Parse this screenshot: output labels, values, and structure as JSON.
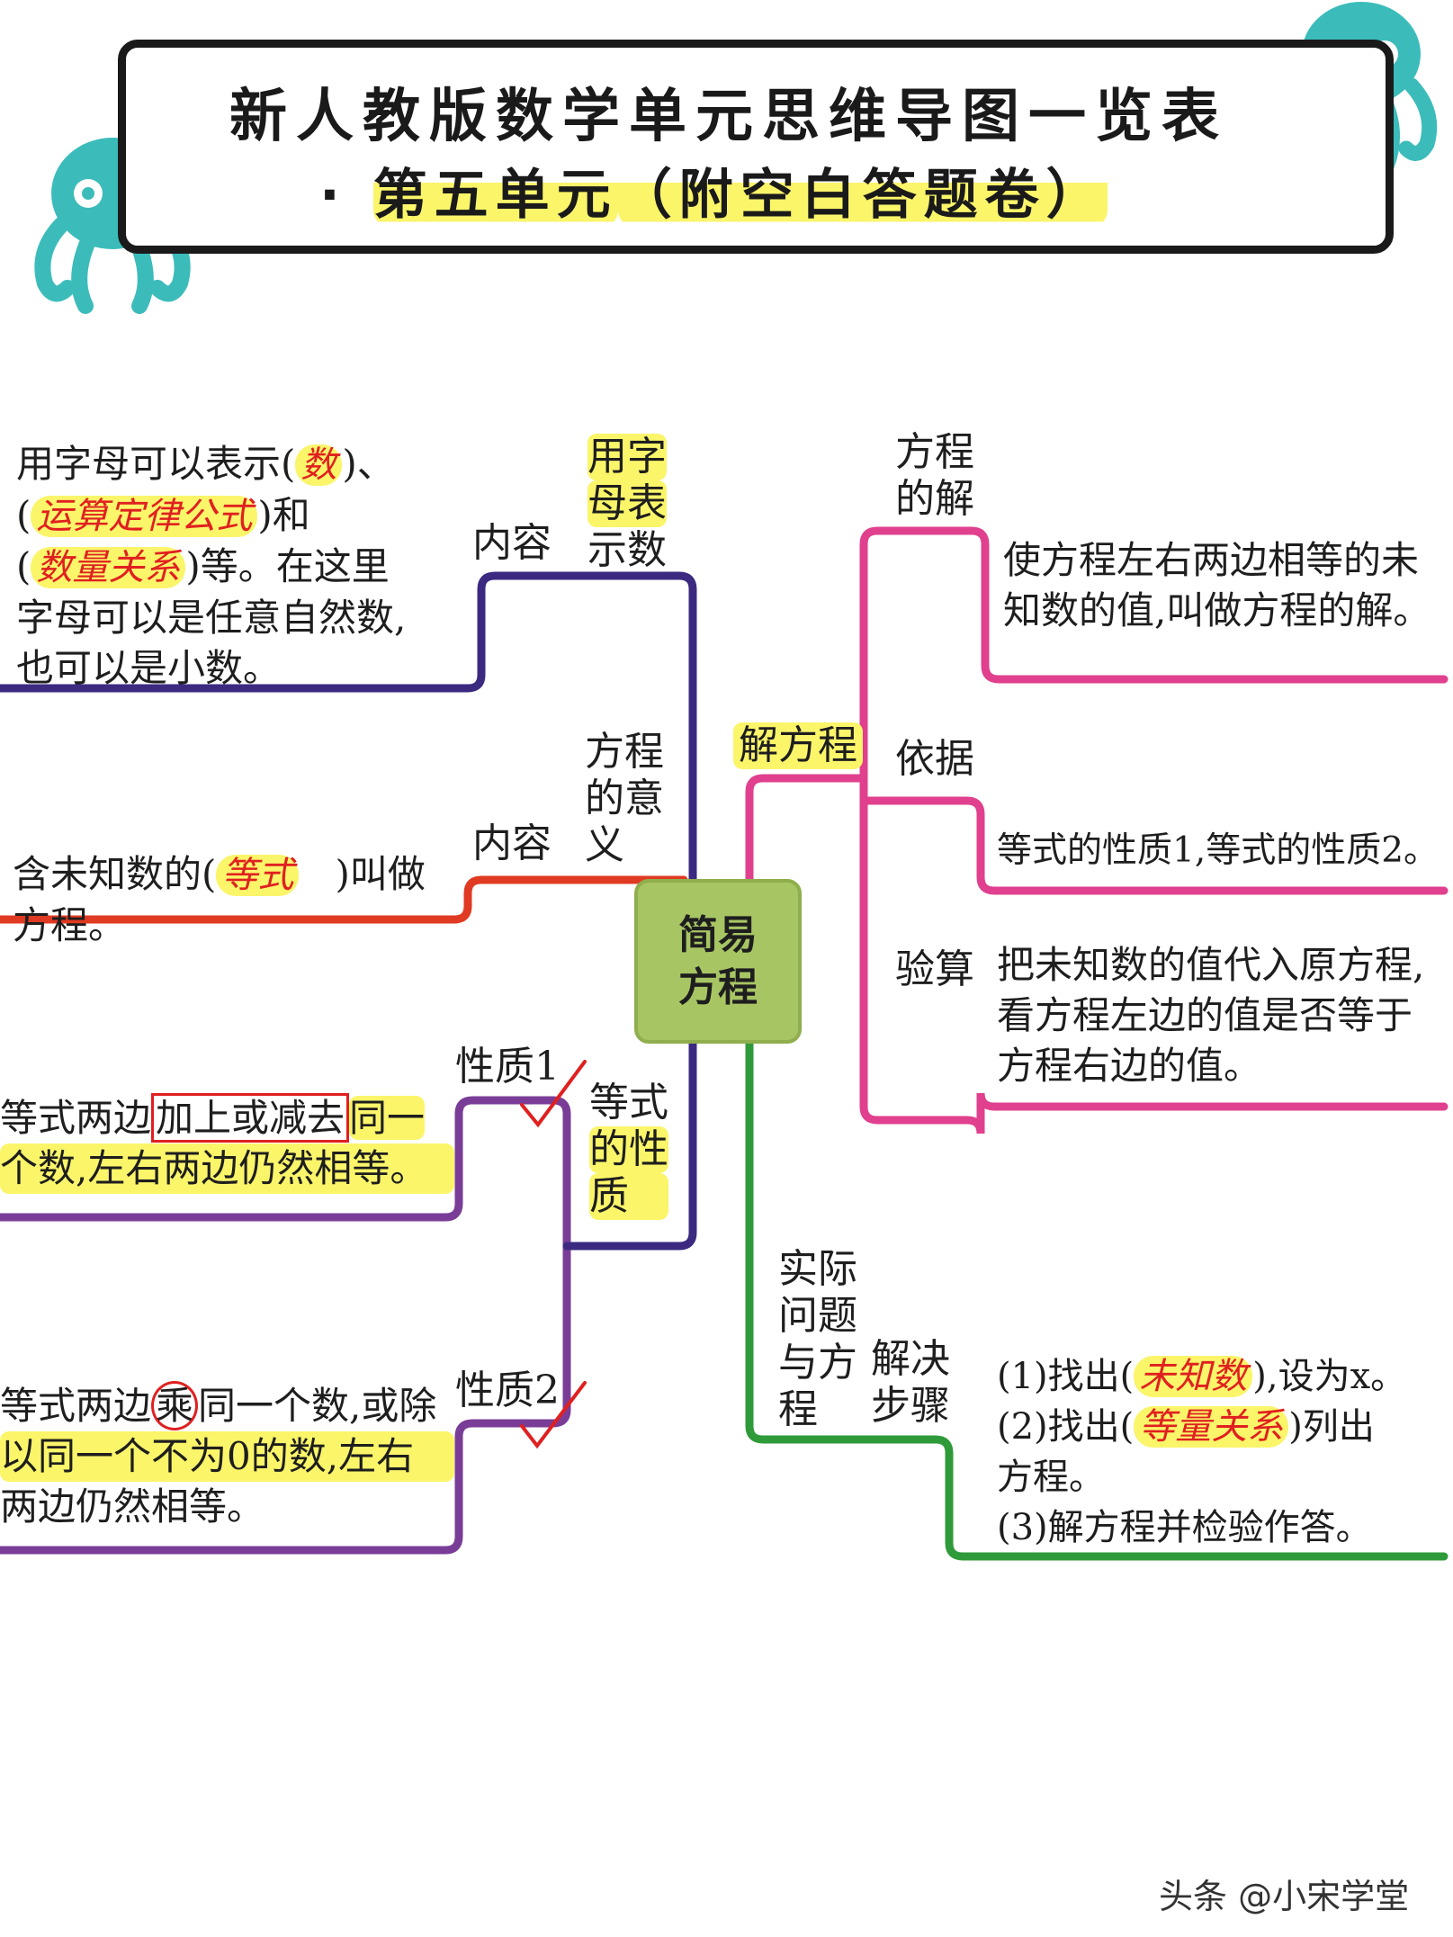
{
  "title": {
    "line1": "新人教版数学单元思维导图一览表",
    "bullet": "·",
    "line2_part1": "第五单元",
    "line2_part2": "（附空白答题卷）"
  },
  "center": {
    "line1": "简易",
    "line2": "方程"
  },
  "branches": {
    "letters": {
      "label": [
        "用字",
        "母表",
        "示数"
      ],
      "sub": "内容",
      "text": {
        "l1_a": "用字母可以表示(",
        "l1_hw": "数",
        "l1_b": ")、",
        "l2_a": "(",
        "l2_hw": "运算定律公式",
        "l2_b": ")和",
        "l3_a": "(",
        "l3_hw": "数量关系",
        "l3_b": ")等。在这里",
        "l4": "字母可以是任意自然数,",
        "l5": "也可以是小数。"
      }
    },
    "meaning": {
      "label": [
        "方程",
        "的意",
        "义"
      ],
      "sub": "内容",
      "text": {
        "l1_a": "含未知数的(",
        "l1_hw": "等式",
        "l1_b": ")叫做",
        "l2": "方程。"
      }
    },
    "properties": {
      "label": [
        "等式",
        "的性",
        "质"
      ],
      "p1": {
        "sub": "性质1",
        "l1_a": "等式两边",
        "l1_box": "加上或减去",
        "l1_b": "同一",
        "l2": "个数,左右两边仍然相等。"
      },
      "p2": {
        "sub": "性质2",
        "l1_a": "等式两边",
        "l1_circle": "乘",
        "l1_b": "同一个数,或除",
        "l2": "以同一个不为0的数,左右",
        "l3": "两边仍然相等。"
      }
    },
    "solve": {
      "label": "解方程",
      "solution": {
        "sub": [
          "方程",
          "的解"
        ],
        "l1": "使方程左右两边相等的未",
        "l2": "知数的值,叫做方程的解。"
      },
      "basis": {
        "sub": "依据",
        "l1": "等式的性质1,等式的性质2。"
      },
      "check": {
        "sub": "验算",
        "l1": "把未知数的值代入原方程,",
        "l2": "看方程左边的值是否等于",
        "l3": "方程右边的值。"
      }
    },
    "practice": {
      "label": [
        "实际",
        "问题",
        "与方",
        "程"
      ],
      "sub": [
        "解决",
        "步骤"
      ],
      "s1_a": "(1)找出(",
      "s1_hw": "未知数",
      "s1_b": "),设为x。",
      "s2_a": "(2)找出(",
      "s2_hw": "等量关系",
      "s2_b": ")列出",
      "s2_c": "方程。",
      "s3": "(3)解方程并检验作答。"
    }
  },
  "footer": "头条 @小宋学堂",
  "colors": {
    "navy": "#3b2a80",
    "red": "#e03a22",
    "purple": "#7a3d97",
    "magenta": "#e0408e",
    "green": "#2f9a3a",
    "teal": "#3bbcba",
    "center_fill": "#a8c564",
    "highlight": "#fbf56a",
    "handwriting": "#e02020"
  }
}
